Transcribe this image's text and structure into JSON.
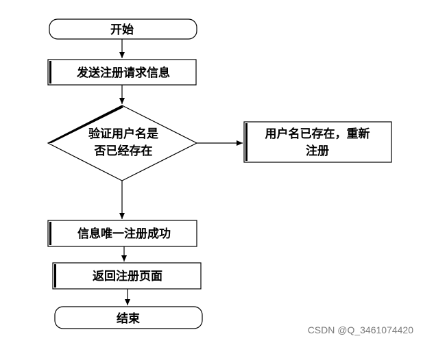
{
  "flowchart": {
    "start": "开始",
    "send_request": "发送注册请求信息",
    "check_line1": "验证用户名是",
    "check_line2": "否已经存在",
    "exists_line1": "用户名已存在，重新",
    "exists_line2": "注册",
    "success": "信息唯一注册成功",
    "return_page": "返回注册页面",
    "end": "结束"
  },
  "watermark": "CSDN @Q_3461074420"
}
